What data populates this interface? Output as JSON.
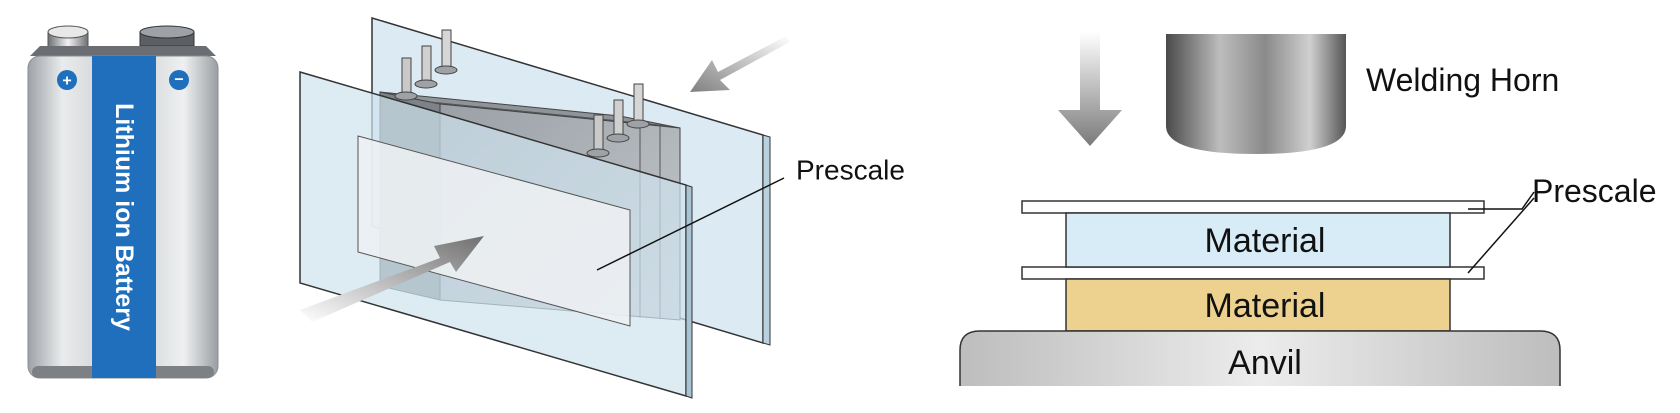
{
  "battery": {
    "label": "Lithium ion Battery",
    "plus": "+",
    "minus": "−"
  },
  "cell_diagram": {
    "label": "Prescale"
  },
  "welding_diagram": {
    "horn_label": "Welding Horn",
    "prescale_label": "Prescale",
    "material_top": "Material",
    "material_bottom": "Material",
    "anvil_label": "Anvil"
  },
  "colors": {
    "battery_blue": "#1f6fbd",
    "battery_silver": "#d4d6d8",
    "glass": "#cfe2ee",
    "material_blue": "#d7ecf7",
    "material_tan": "#ecd18f",
    "anvil": "#cfcfcf"
  }
}
